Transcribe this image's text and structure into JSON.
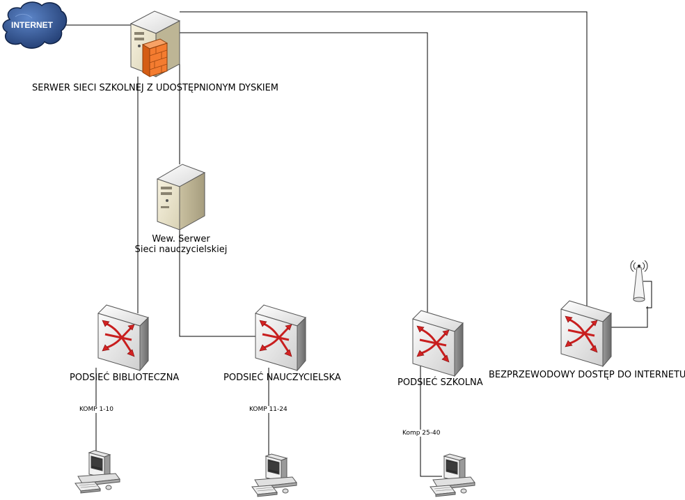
{
  "internet": {
    "label": "INTERNET"
  },
  "main_server": {
    "label": "SERWER SIECI SZKOLNEJ Z UDOSTĘPNIONYM DYSKIEM"
  },
  "teacher_server": {
    "label_line1": "Wew. Serwer",
    "label_line2": "Sieci nauczycielskiej"
  },
  "subnets": [
    {
      "label": "PODSIEĆ BIBLIOTECZNA",
      "computers": "KOMP 1-10"
    },
    {
      "label": "PODSIEĆ NAUCZYCIELSKA",
      "computers": "KOMP 11-24"
    },
    {
      "label": "PODSIEĆ SZKOLNA",
      "computers": "Komp 25-40"
    },
    {
      "label": "BEZPRZEWODOWY DOSTĘP DO INTERNETU"
    }
  ],
  "colors": {
    "cloud": "#1f3a6e",
    "firewall": "#f47c30",
    "switch_arrow": "#d32222",
    "line": "#000000"
  }
}
